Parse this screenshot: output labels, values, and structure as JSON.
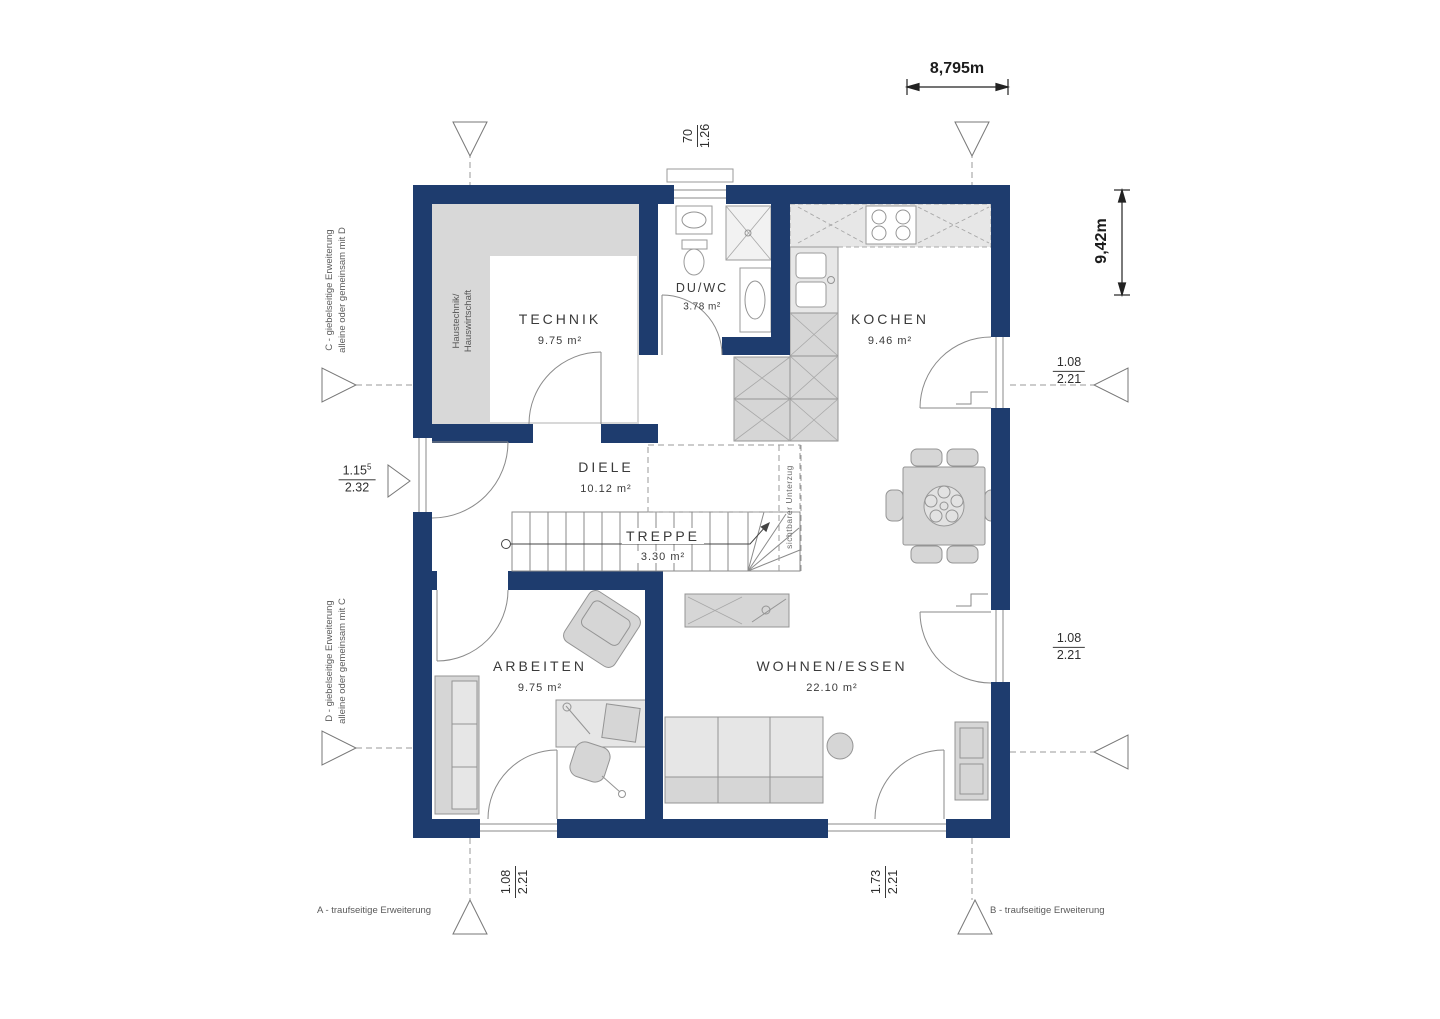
{
  "dimensions": {
    "width": "8,795m",
    "height": "9,42m"
  },
  "rooms": {
    "technik": {
      "name": "TECHNIK",
      "area": "9.75 m²"
    },
    "duwc": {
      "name": "DU/WC",
      "area": "3.78 m²"
    },
    "kochen": {
      "name": "KOCHEN",
      "area": "9.46 m²"
    },
    "diele": {
      "name": "DIELE",
      "area": "10.12 m²"
    },
    "treppe": {
      "name": "TREPPE",
      "area": "3.30 m²"
    },
    "arbeiten": {
      "name": "ARBEITEN",
      "area": "9.75 m²"
    },
    "wohnen": {
      "name": "WOHNEN/ESSEN",
      "area": "22.10 m²"
    }
  },
  "labels": {
    "haustechnik_line1": "Haustechnik/",
    "haustechnik_line2": "Hauswirtschaft",
    "unterzug": "sichtbarer Unterzug"
  },
  "openings": {
    "top_window": {
      "num": "70",
      "den": "1.26"
    },
    "entrance": {
      "num": "1.15",
      "sup": "5",
      "den": "2.32"
    },
    "kitchen_door": {
      "num": "1.08",
      "den": "2.21"
    },
    "living_door": {
      "num": "1.08",
      "den": "2.21"
    },
    "arbeiten_door": {
      "num": "1.08",
      "den": "2.21"
    },
    "terrace_door": {
      "num": "1.73",
      "den": "2.21"
    }
  },
  "extensions": {
    "a": "A - traufseitige Erweiterung",
    "b": "B - traufseitige Erweiterung",
    "c_line1": "C  - giebelseitige Erweiterung",
    "c_line2": "alleine oder gemeinsam mit D",
    "d_line1": "D  - giebelseitige Erweiterung",
    "d_line2": "alleine oder gemeinsam mit C"
  },
  "colors": {
    "wall": "#1e3c6e",
    "furniture": "#d6d6d6",
    "technik_floor": "#d8d8d8",
    "line": "#8a8a8a"
  }
}
